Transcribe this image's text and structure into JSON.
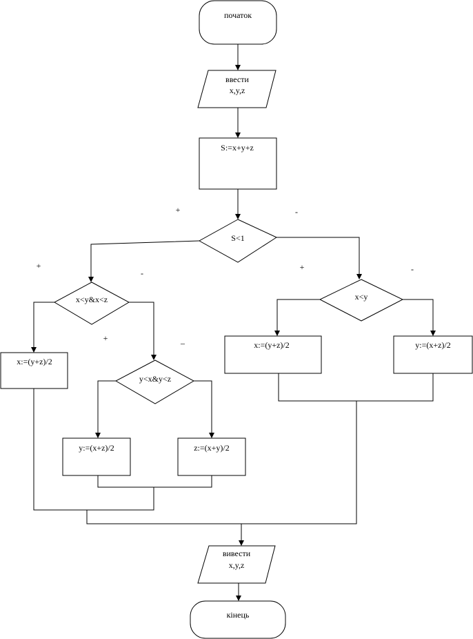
{
  "flowchart": {
    "start": "початок",
    "input": [
      "ввести",
      "x,y,z"
    ],
    "sum": "S:=x+y+z",
    "cond_s": "S<1",
    "cond_s_yes": "+",
    "cond_s_no": "-",
    "cond_xyz": "x<y&x<z",
    "cond_xyz_yes": "+",
    "cond_xyz_no": "-",
    "assign_x_left": "x:=(y+z)/2",
    "cond_yxz": "y<x&y<z",
    "cond_yxz_yes": "+",
    "cond_yxz_no": "–",
    "assign_y_mid": "y:=(x+z)/2",
    "assign_z_mid": "z:=(x+y)/2",
    "cond_xy": "x<y",
    "cond_xy_yes": "+",
    "cond_xy_no": "-",
    "assign_x_right": "x:=(y+z)/2",
    "assign_y_right": "y:=(x+z)/2",
    "output": [
      "вивести",
      "x,y,z"
    ],
    "end": "кінець",
    "colors": {
      "stroke": "#000000",
      "fill": "#ffffff"
    }
  }
}
